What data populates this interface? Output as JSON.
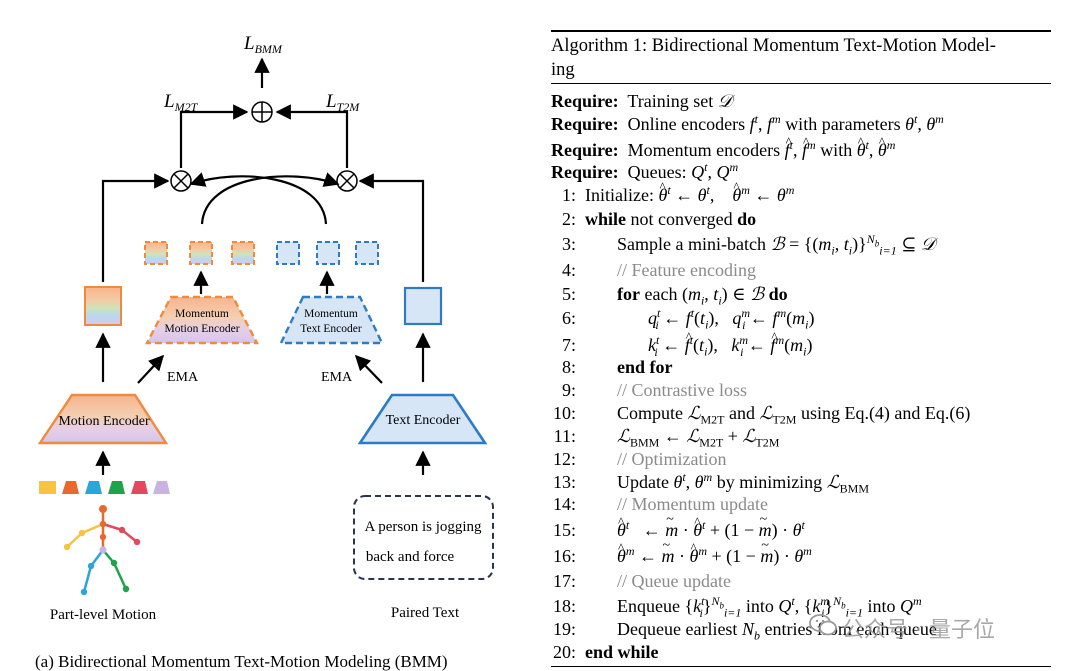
{
  "figure": {
    "loss_total": "L",
    "loss_total_sub": "BMM",
    "loss_m2t": "L",
    "loss_m2t_sub": "M2T",
    "loss_t2m": "L",
    "loss_t2m_sub": "T2M",
    "plus_symbol": "⊕",
    "times_symbol": "⊗",
    "momentum_motion_encoder_line1": "Momentum",
    "momentum_motion_encoder_line2": "Motion Encoder",
    "momentum_text_encoder_line1": "Momentum",
    "momentum_text_encoder_line2": "Text Encoder",
    "ema_left": "EMA",
    "ema_right": "EMA",
    "motion_encoder": "Motion Encoder",
    "text_encoder": "Text Encoder",
    "text_box_line1": "A person is jogging",
    "text_box_line2": "back and force",
    "part_level_label": "Part-level Motion",
    "paired_text_label": "Paired Text",
    "caption": "(a) Bidirectional Momentum Text-Motion Modeling (BMM)",
    "part_colors": [
      "#f6c343",
      "#e8692d",
      "#2aa6d8",
      "#1fa34a",
      "#e04a5f",
      "#c9b3e0"
    ],
    "orange_accent": "#f08a3c",
    "blue_accent": "#2c7bc4"
  },
  "algorithm": {
    "title_line1": "Algorithm 1: Bidirectional Momentum Text-Motion Model-",
    "title_line2": "ing",
    "watermark": "公众号 · 量子位"
  }
}
